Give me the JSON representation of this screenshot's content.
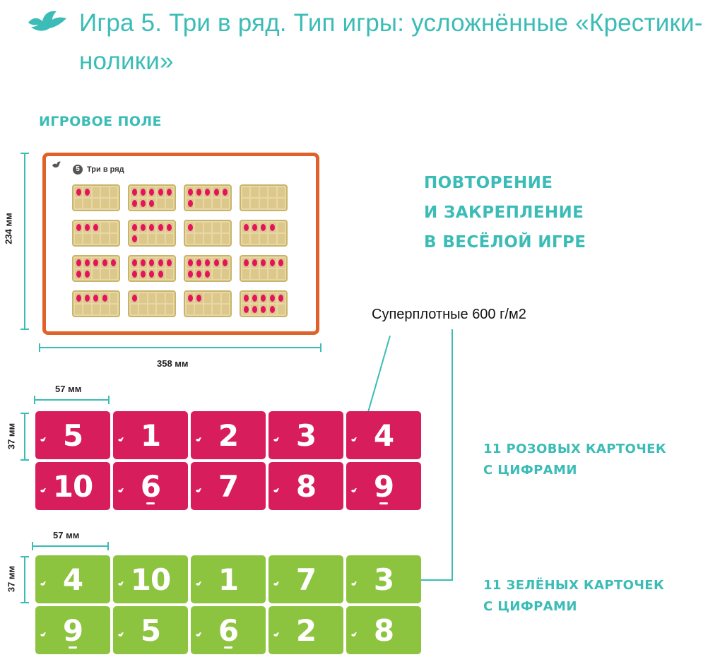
{
  "header": {
    "title": "Игра 5. Три в ряд. Тип игры: усложнённые «Крестики-нолики»"
  },
  "headings": {
    "field": "ИГРОВОЕ ПОЛЕ",
    "repeat_1": "ПОВТОРЕНИЕ",
    "repeat_2": "И ЗАКРЕПЛЕНИЕ",
    "repeat_3": "В ВЕСЁЛОЙ ИГРЕ",
    "pink_1": "11 РОЗОВЫХ КАРТОЧЕК",
    "pink_2": "С ЦИФРАМИ",
    "green_1": "11 ЗЕЛЁНЫХ КАРТОЧЕК",
    "green_2": "С ЦИФРАМИ"
  },
  "density": "Суперплотные 600 г/м2",
  "dimensions": {
    "board_height": "234 мм",
    "board_width": "358 мм",
    "card_width": "57 мм",
    "card_height": "37 мм"
  },
  "board": {
    "number": "5",
    "title": "Три в ряд",
    "frames": [
      2,
      8,
      6,
      0,
      3,
      6,
      1,
      4,
      7,
      9,
      8,
      5,
      4,
      1,
      2,
      9
    ]
  },
  "pink_cards": [
    "5",
    "1",
    "2",
    "3",
    "4",
    "10",
    "6",
    "7",
    "8",
    "9"
  ],
  "green_cards": [
    "4",
    "10",
    "1",
    "7",
    "3",
    "9",
    "5",
    "6",
    "2",
    "8"
  ],
  "colors": {
    "accent": "#3bbcb6",
    "board_border": "#e0622b",
    "pink": "#d81d5c",
    "green": "#8dc43f",
    "counter": "#e3145c"
  }
}
